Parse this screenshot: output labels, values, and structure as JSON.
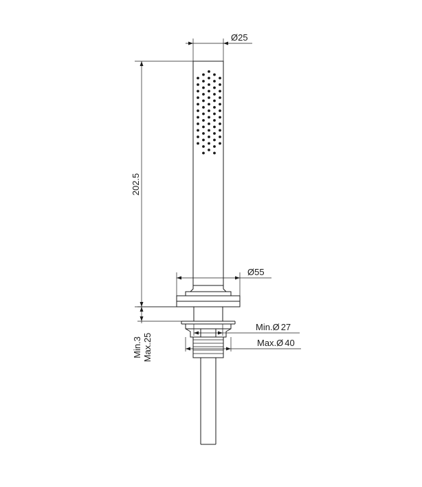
{
  "dimensions": {
    "head_diameter": "25",
    "height": "202.5",
    "flange_diameter": "55",
    "hole_min": "Min.",
    "hole_min_value": "27",
    "hole_max": "Max.",
    "hole_max_value": "40",
    "thickness_min": "Min.3",
    "thickness_max": "Max.25",
    "diameter_symbol": "Ø"
  }
}
